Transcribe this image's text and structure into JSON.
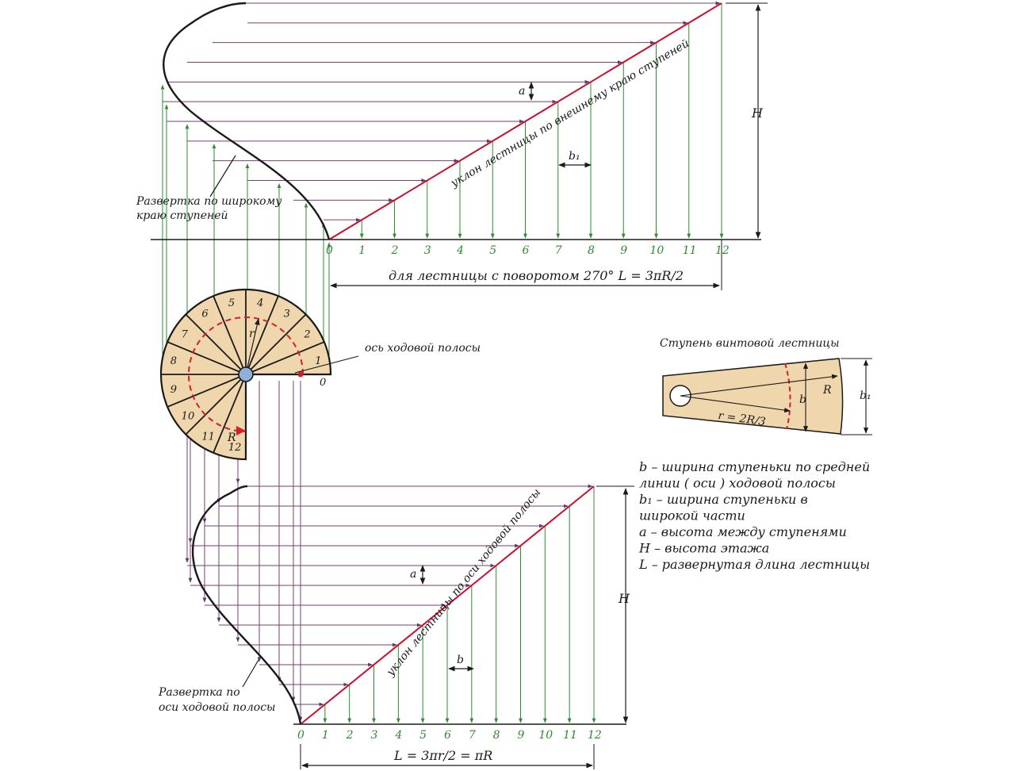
{
  "top": {
    "curve_label": [
      "Развертка по широкому",
      "краю ступеней"
    ],
    "slope_label": "уклон лестницы по внешнему краю ступеней",
    "span_label": "для лестницы с поворотом 270°  L = 3πR/2",
    "height_label": "H",
    "riser_label": "a",
    "tread_label": "b₁",
    "ticks": [
      "0",
      "1",
      "2",
      "3",
      "4",
      "5",
      "6",
      "7",
      "8",
      "9",
      "10",
      "11",
      "12"
    ]
  },
  "plan": {
    "step_numbers": [
      "0",
      "1",
      "2",
      "3",
      "4",
      "5",
      "6",
      "7",
      "8",
      "9",
      "10",
      "11",
      "12"
    ],
    "axis_label": "ось ходовой полосы",
    "r_label": "r",
    "R_label": "R"
  },
  "step_detail": {
    "title": "Ступень винтовой лестницы",
    "R_label": "R",
    "r_label": "r = 2R/3",
    "b_label": "b",
    "b1_label": "b₁"
  },
  "legend": [
    "b – ширина ступеньки по средней",
    "линии ( оси ) ходовой полосы",
    "b₁ – ширина ступеньки в",
    "широкой части",
    "a – высота между ступенями",
    "H – высота этажа",
    "L – развернутая длина лестницы"
  ],
  "bottom": {
    "curve_label": [
      "Развертка по",
      "оси ходовой полосы"
    ],
    "slope_label": "уклон лестницы по оси ходовой полосы",
    "span_label": "L = 3πr/2 = πR",
    "height_label": "H",
    "riser_label": "a",
    "tread_label": "b",
    "ticks": [
      "0",
      "1",
      "2",
      "3",
      "4",
      "5",
      "6",
      "7",
      "8",
      "9",
      "10",
      "11",
      "12"
    ]
  },
  "colors": {
    "slope": "#c8102e",
    "green": "#2e8b2e",
    "purple": "#7a3f6e",
    "wood": "#f0d6ac",
    "dashed": "#d0202a"
  }
}
